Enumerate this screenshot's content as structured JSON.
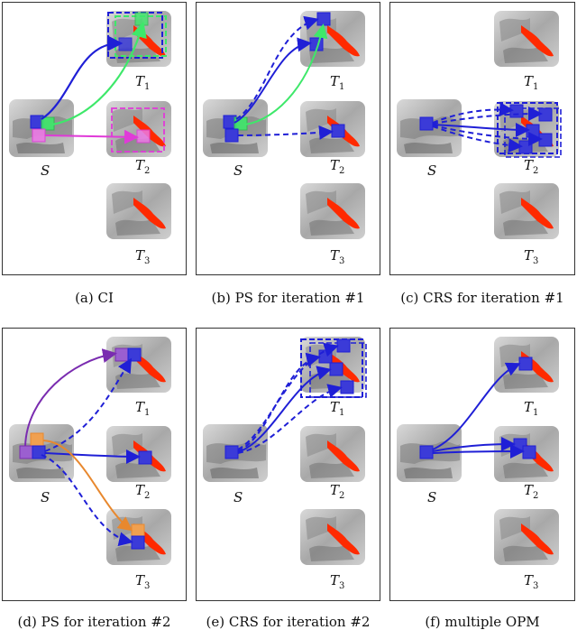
{
  "figure": {
    "panels": [
      {
        "id": "a",
        "caption": "(a) CI"
      },
      {
        "id": "b",
        "caption": "(b) PS for iteration #1"
      },
      {
        "id": "c",
        "caption": "(c) CRS for iteration #1"
      },
      {
        "id": "d",
        "caption": "(d) PS for iteration #2"
      },
      {
        "id": "e",
        "caption": "(e) CRS for iteration #2"
      },
      {
        "id": "f",
        "caption": "(f) multiple OPM"
      }
    ],
    "labels": {
      "source": "S",
      "t1_main": "T",
      "t1_sub": "1",
      "t2_main": "T",
      "t2_sub": "2",
      "t3_main": "T",
      "t3_sub": "3"
    },
    "colors": {
      "blue": "#1f1fd6",
      "green": "#3ee86a",
      "magenta": "#e03ad8",
      "purple": "#7a2cb0",
      "orange": "#e8882e",
      "label_red": "#ff2a00"
    }
  }
}
